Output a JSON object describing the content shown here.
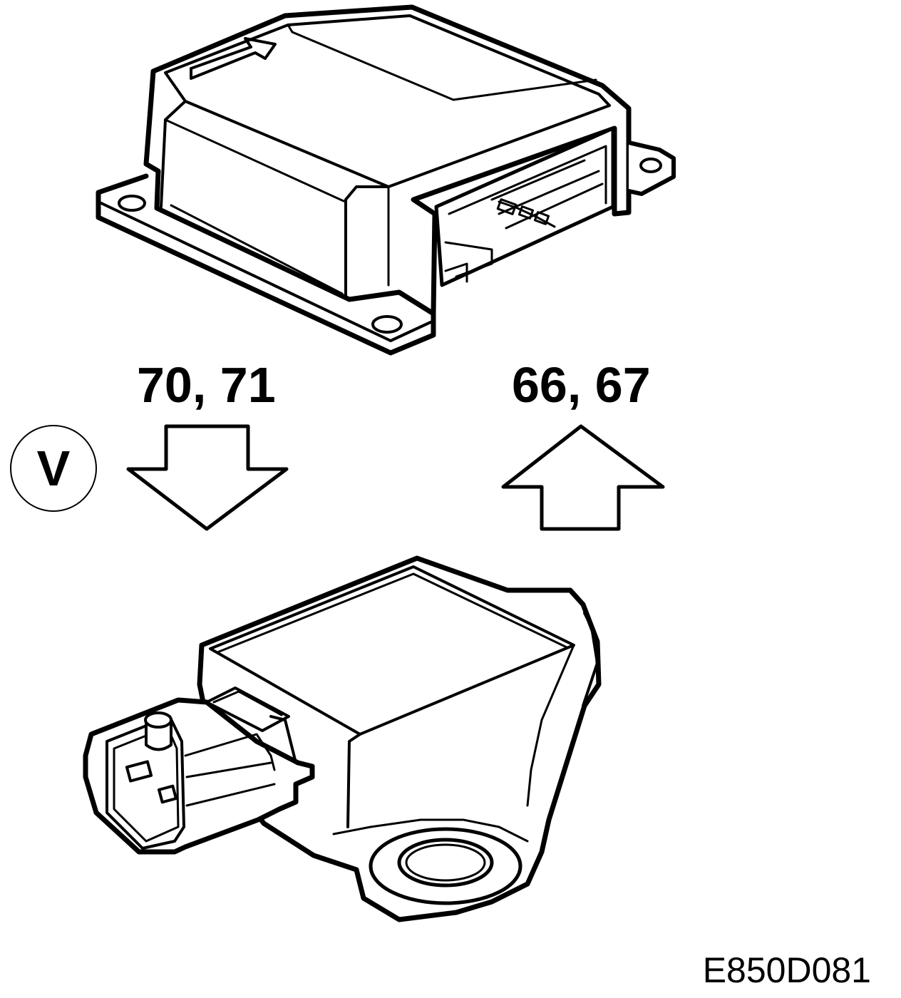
{
  "labels": {
    "left_steps": "70, 71",
    "right_steps": "66, 67",
    "circle_mark": "V",
    "figure_code": "E850D081"
  },
  "colors": {
    "line": "#000000",
    "background": "#ffffff"
  },
  "icons": {
    "down_arrow": "removal-arrow-down-icon",
    "up_arrow": "installation-arrow-up-icon"
  }
}
